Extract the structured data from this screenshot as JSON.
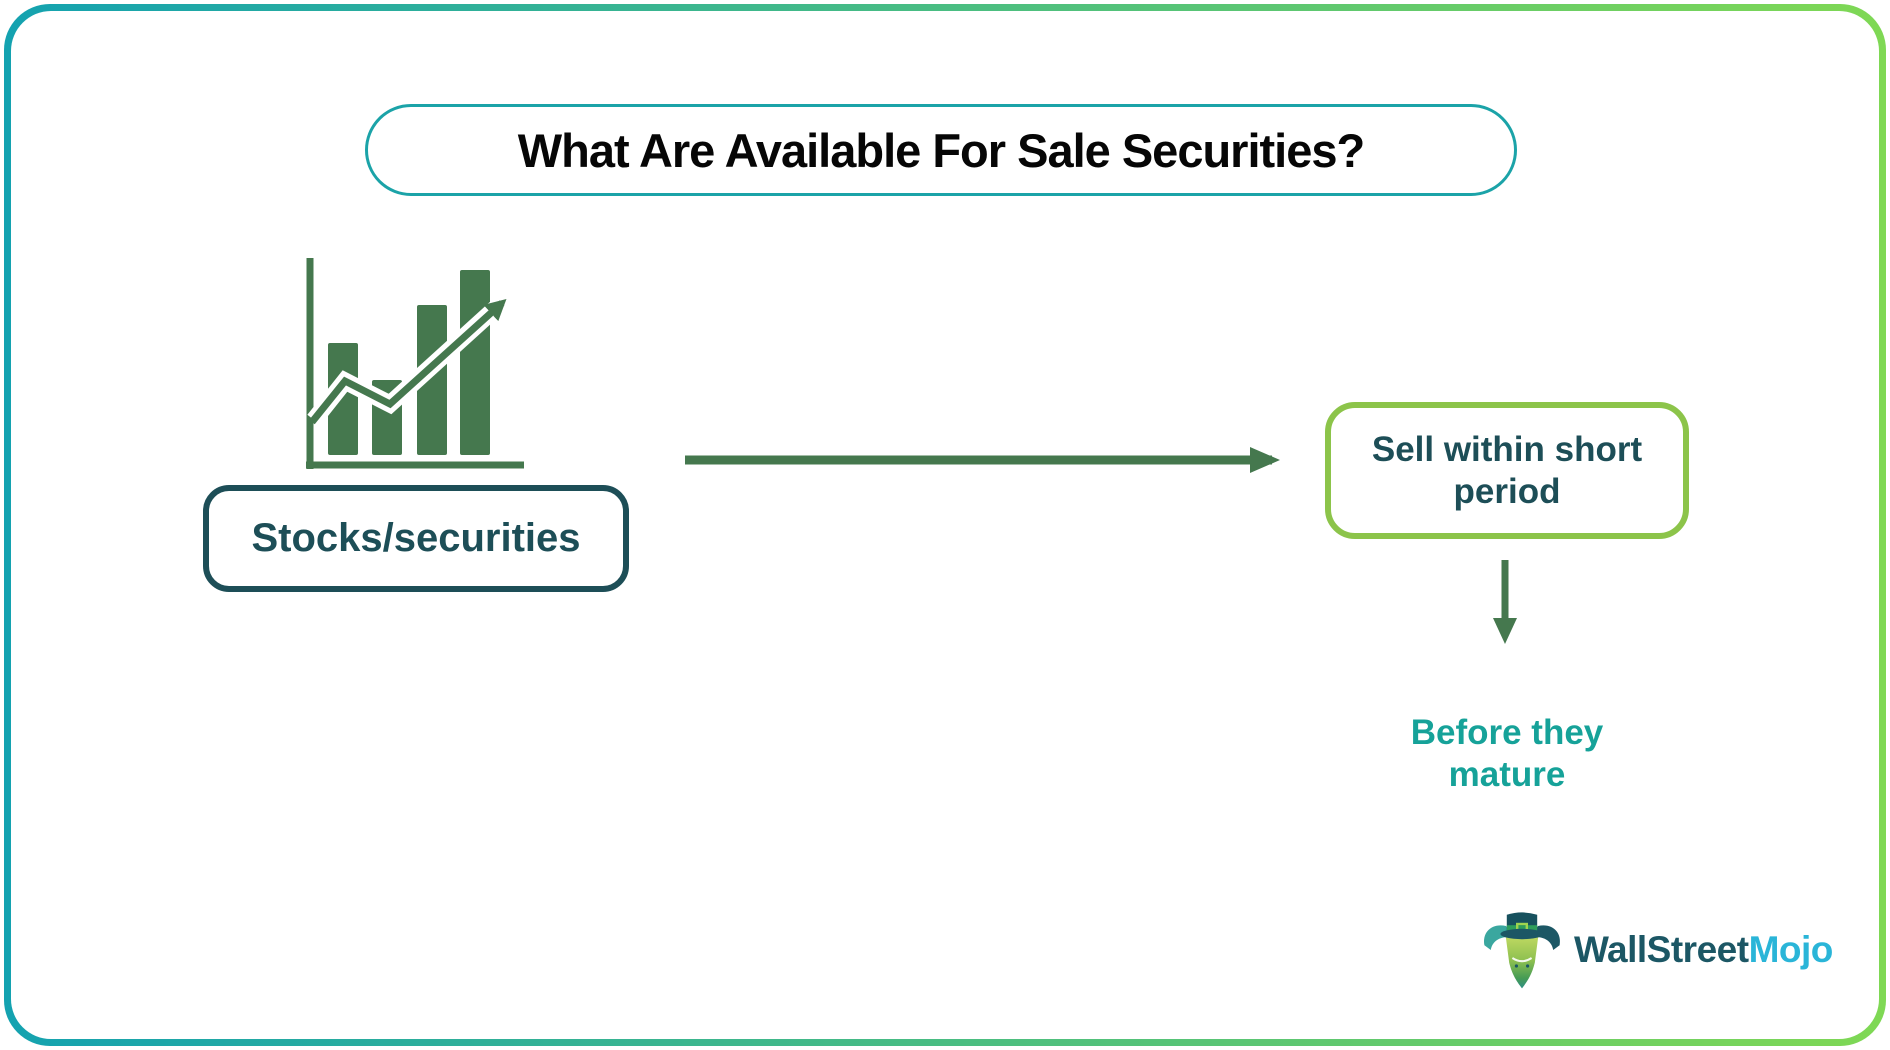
{
  "title": {
    "text": "What Are Available For Sale Securities?"
  },
  "diagram": {
    "source": {
      "label": "Stocks/securities"
    },
    "step1": {
      "label": "Sell within short period"
    },
    "step2": {
      "label": "Before they mature"
    }
  },
  "branding": {
    "name_primary": "WallStreet",
    "name_accent": "Mojo"
  },
  "icons": {
    "chart": "growth-bar-chart-with-trend-arrow-icon",
    "right_arrow": "right-arrow",
    "down_arrow": "down-arrow",
    "bull": "wallstreetmojo-bull-with-top-hat-icon"
  },
  "colors": {
    "frame_gradient_start": "#14a2b0",
    "frame_gradient_end": "#7fd854",
    "title_border": "#1ba3a8",
    "title_text": "#060606",
    "dark_teal": "#1d4e57",
    "green": "#45784e",
    "light_green": "#8cc44a",
    "teal": "#16a299",
    "brand_dark": "#1c5765",
    "brand_accent": "#2ab5d8"
  }
}
